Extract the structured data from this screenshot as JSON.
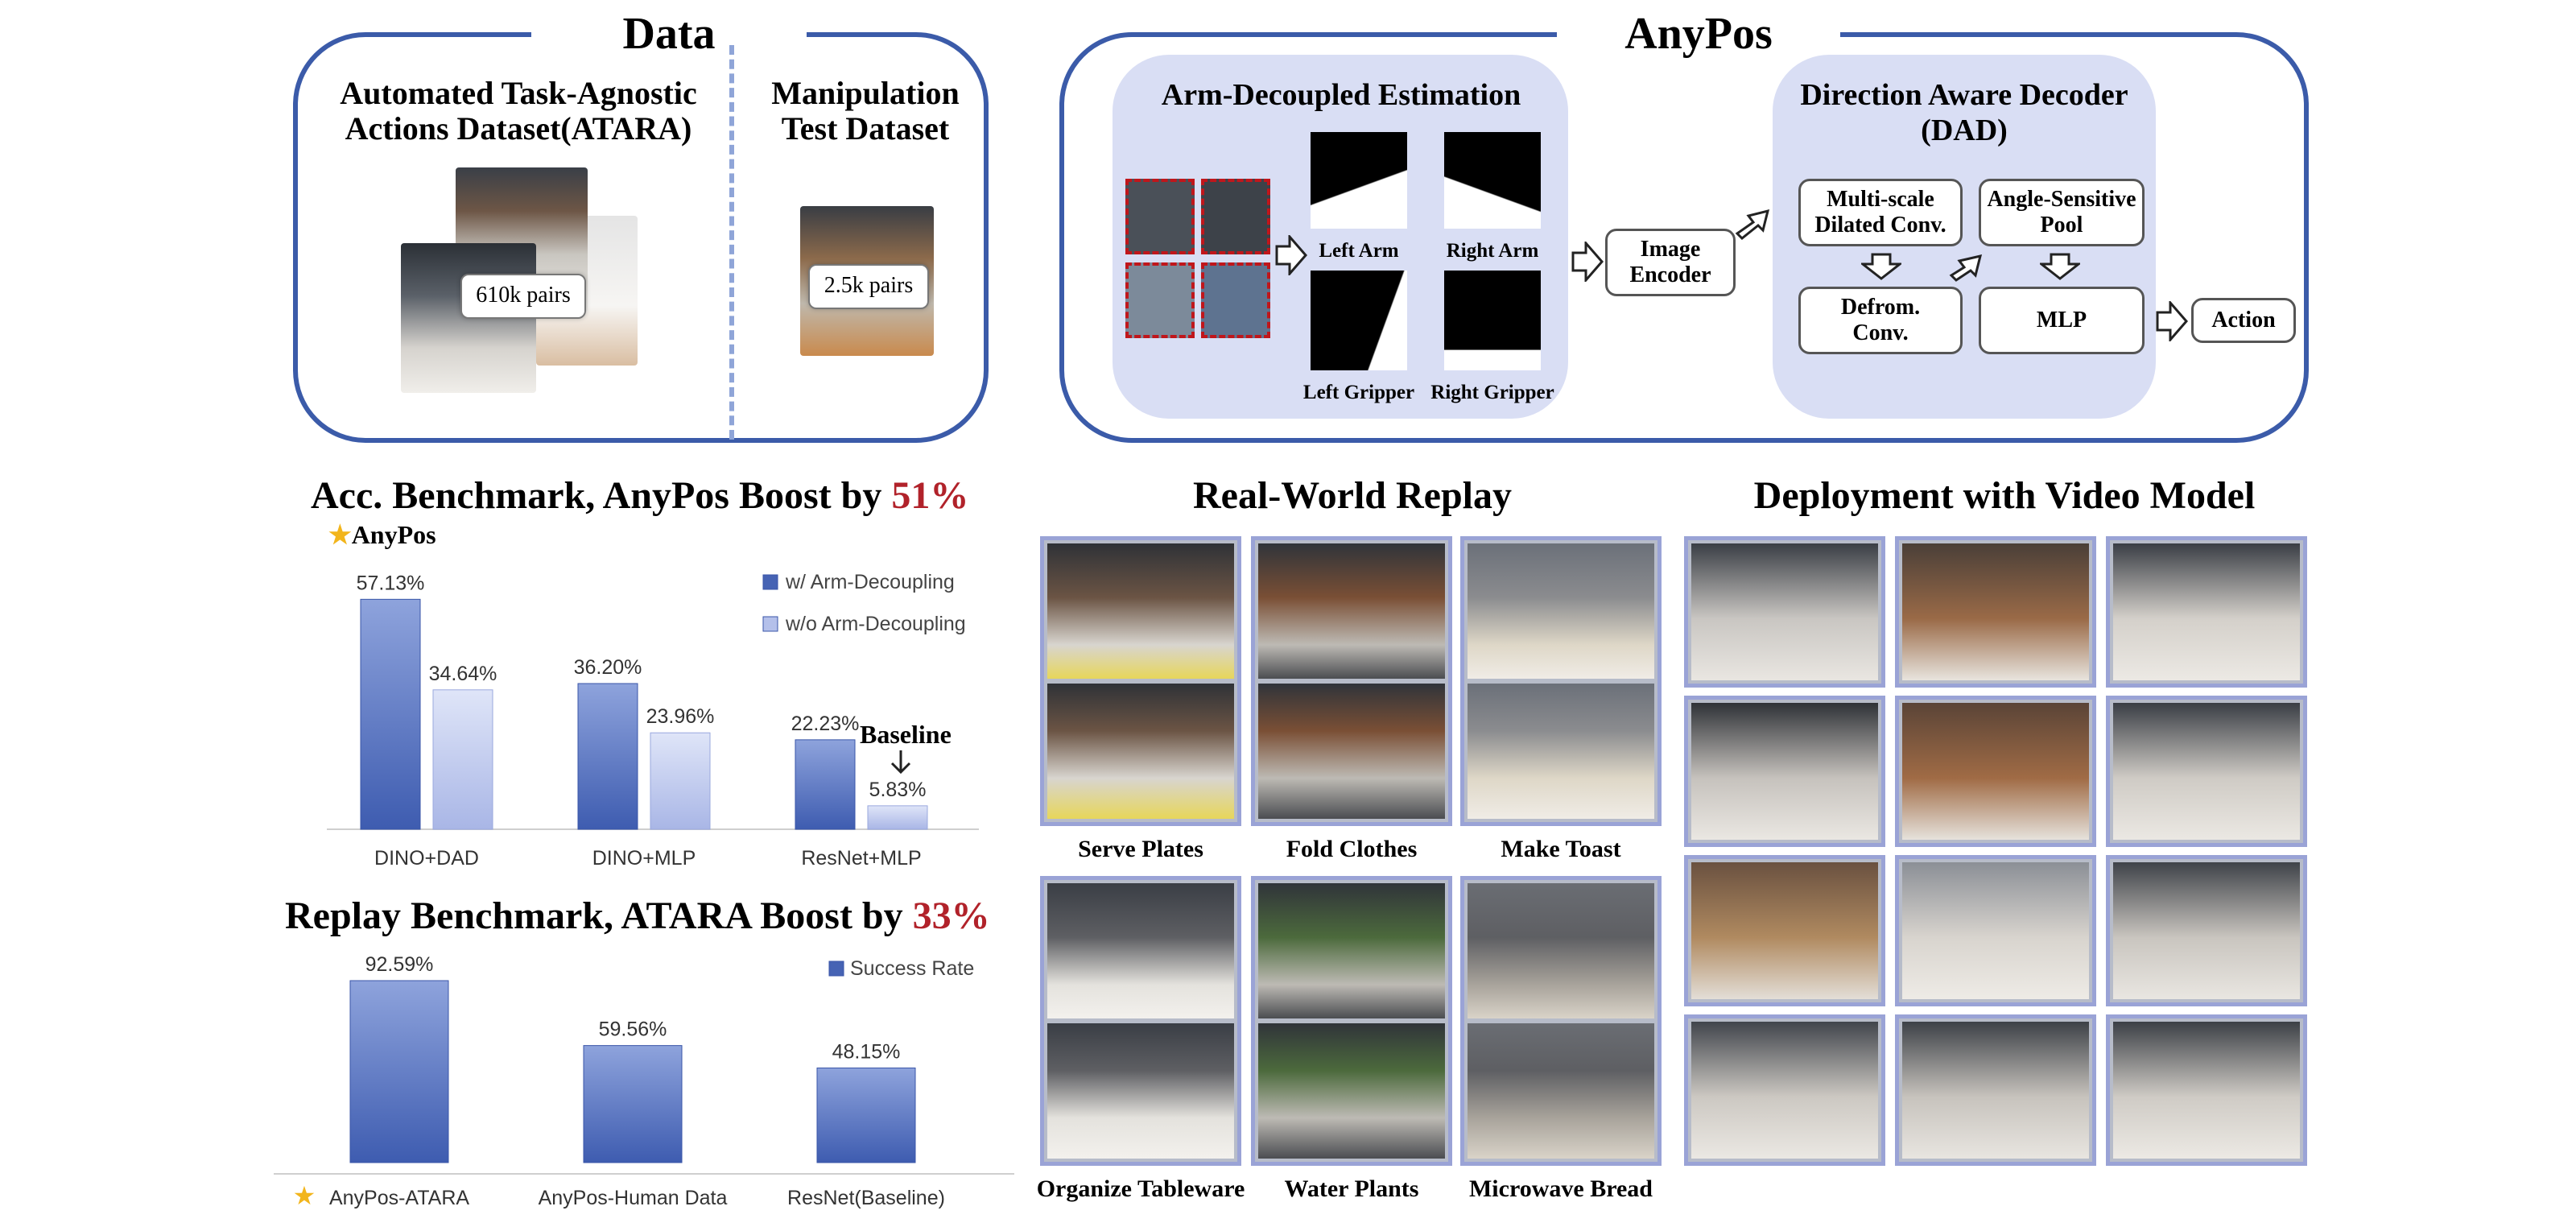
{
  "data_panel": {
    "title": "Data",
    "atara_title_line1": "Automated Task-Agnostic",
    "atara_title_line2": "Actions Dataset(ATARA)",
    "atara_pairs": "610k pairs",
    "test_title_line1": "Manipulation",
    "test_title_line2": "Test Dataset",
    "test_pairs": "2.5k pairs"
  },
  "anypos_panel": {
    "title": "AnyPos",
    "estimation_title": "Arm-Decoupled Estimation",
    "left_arm": "Left Arm",
    "right_arm": "Right Arm",
    "left_gripper": "Left Gripper",
    "right_gripper": "Right Gripper",
    "image_encoder_line1": "Image",
    "image_encoder_line2": "Encoder",
    "decoder_title_line1": "Direction Aware Decoder",
    "decoder_title_line2": "(DAD)",
    "multiscale_line1": "Multi-scale",
    "multiscale_line2": "Dilated Conv.",
    "angle_line1": "Angle-Sensitive",
    "angle_line2": "Pool",
    "deform_line1": "Defrom.",
    "deform_line2": "Conv.",
    "mlp": "MLP",
    "action": "Action"
  },
  "acc_benchmark": {
    "title_prefix": "Acc. Benchmark, AnyPos Boost by ",
    "title_highlight": "51%",
    "anypos_tag": "AnyPos",
    "baseline_tag": "Baseline"
  },
  "replay_benchmark": {
    "title_prefix": "Replay Benchmark, ATARA Boost by ",
    "title_highlight": "33%"
  },
  "chart_data": [
    {
      "type": "bar",
      "categories": [
        "DINO+DAD",
        "DINO+MLP",
        "ResNet+MLP"
      ],
      "series": [
        {
          "name": "w/ Arm-Decoupling",
          "values": [
            57.13,
            36.2,
            22.23
          ],
          "labels": [
            "57.13%",
            "36.20%",
            "22.23%"
          ]
        },
        {
          "name": "w/o Arm-Decoupling",
          "values": [
            34.64,
            23.96,
            5.83
          ],
          "labels": [
            "34.64%",
            "23.96%",
            "5.83%"
          ]
        }
      ],
      "ylim": [
        0,
        60
      ],
      "legend": "top-right",
      "colors": [
        "#4663b4",
        "#b4c0ea"
      ]
    },
    {
      "type": "bar",
      "categories": [
        "AnyPos-ATARA",
        "AnyPos-Human Data",
        "ResNet(Baseline)"
      ],
      "series": [
        {
          "name": "Success Rate",
          "values": [
            92.59,
            59.56,
            48.15
          ],
          "labels": [
            "92.59%",
            "59.56%",
            "48.15%"
          ]
        }
      ],
      "ylim": [
        0,
        95
      ],
      "legend": "top-right",
      "colors": [
        "#4663b4"
      ]
    }
  ],
  "real_world_replay": {
    "title": "Real-World Replay",
    "tasks": [
      "Serve Plates",
      "Fold Clothes",
      "Make Toast",
      "Organize Tableware",
      "Water Plants",
      "Microwave Bread"
    ]
  },
  "deployment": {
    "title": "Deployment with Video Model"
  },
  "colors": {
    "panel_border": "#3b5ba9",
    "inner_fill": "#d9def4",
    "highlight_red": "#b1222a",
    "star": "#f2b51c"
  }
}
